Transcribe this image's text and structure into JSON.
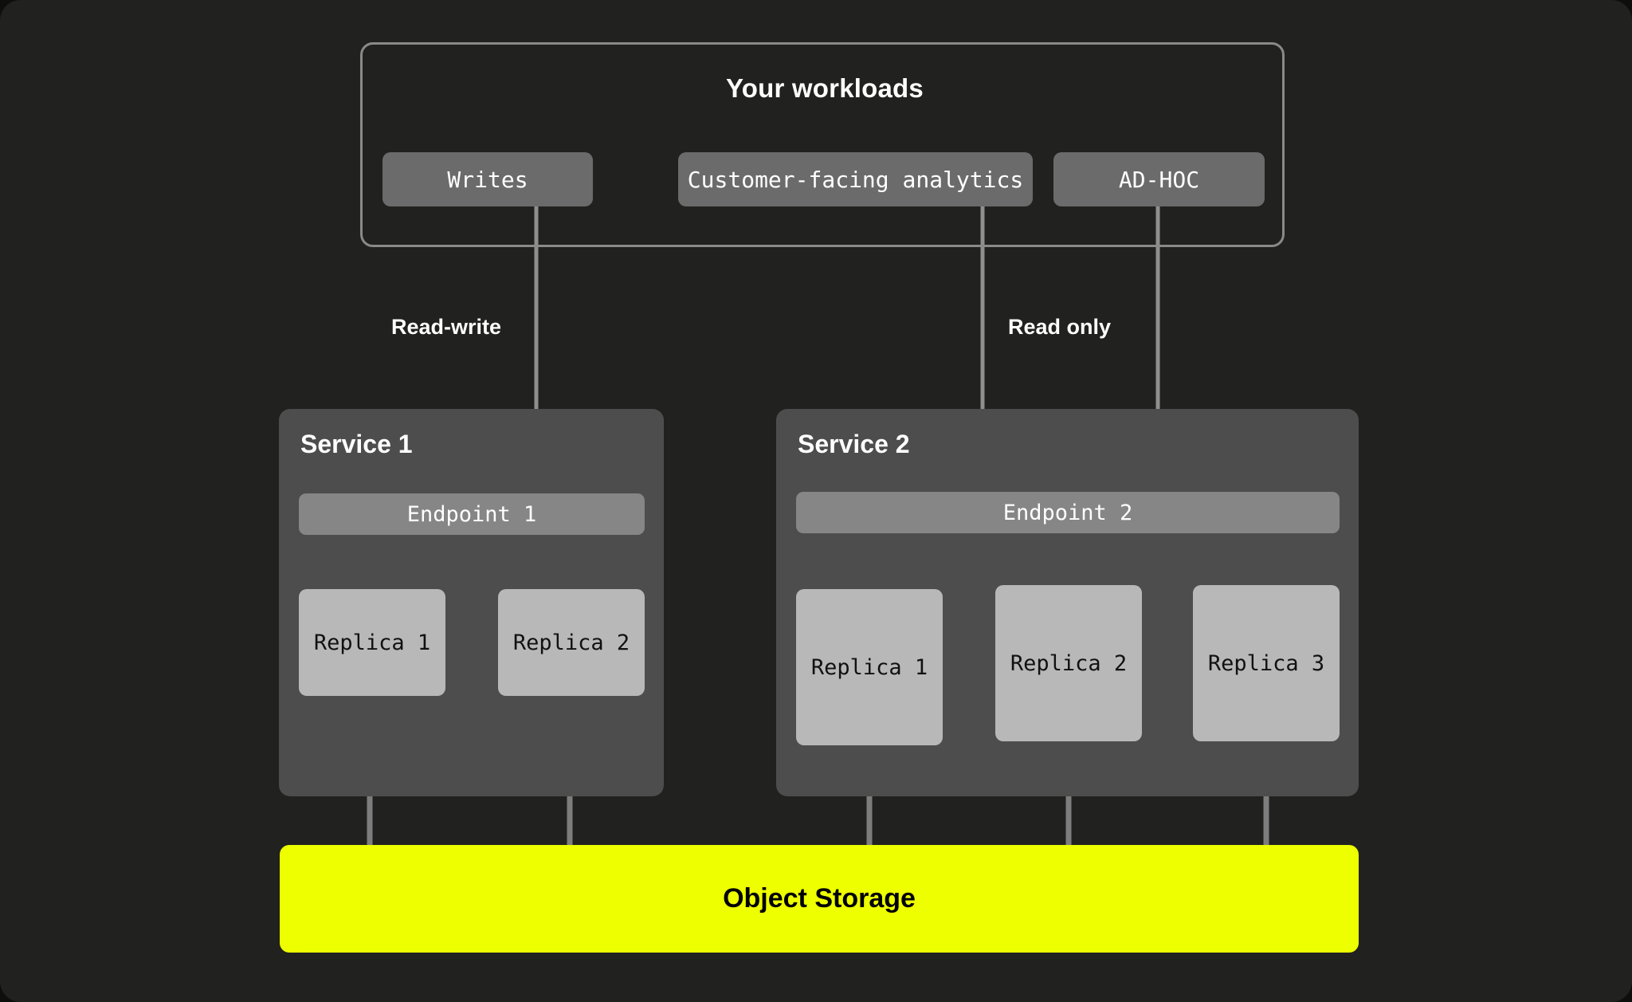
{
  "diagram": {
    "title": "Your workloads",
    "background_color": "#21211f",
    "workloads": {
      "frame_label": "Your workloads",
      "chips": [
        {
          "id": "writes",
          "label": "Writes"
        },
        {
          "id": "analytics",
          "label": "Customer-facing analytics"
        },
        {
          "id": "adhoc",
          "label": "AD-HOC"
        }
      ]
    },
    "edge_labels": [
      {
        "id": "read-write",
        "label": "Read-write"
      },
      {
        "id": "read-only",
        "label": "Read only"
      }
    ],
    "services": [
      {
        "id": "service-1",
        "title": "Service 1",
        "endpoint": "Endpoint 1",
        "replicas": [
          {
            "label": "Replica 1"
          },
          {
            "label": "Replica 2"
          }
        ]
      },
      {
        "id": "service-2",
        "title": "Service 2",
        "endpoint": "Endpoint 2",
        "replicas": [
          {
            "label": "Replica 1"
          },
          {
            "label": "Replica 2"
          },
          {
            "label": "Replica 3"
          }
        ]
      }
    ],
    "storage": {
      "label": "Object Storage",
      "color": "#eeff00"
    },
    "colors": {
      "canvas": "#21211f",
      "frame_border": "#8a8a8a",
      "chip": "#6b6b6b",
      "service": "#4d4d4d",
      "endpoint": "#868686",
      "replica": "#b8b8b8",
      "connector": "#8f8f8f",
      "storage": "#eeff00",
      "text_light": "#ffffff",
      "text_dark": "#111111"
    }
  }
}
